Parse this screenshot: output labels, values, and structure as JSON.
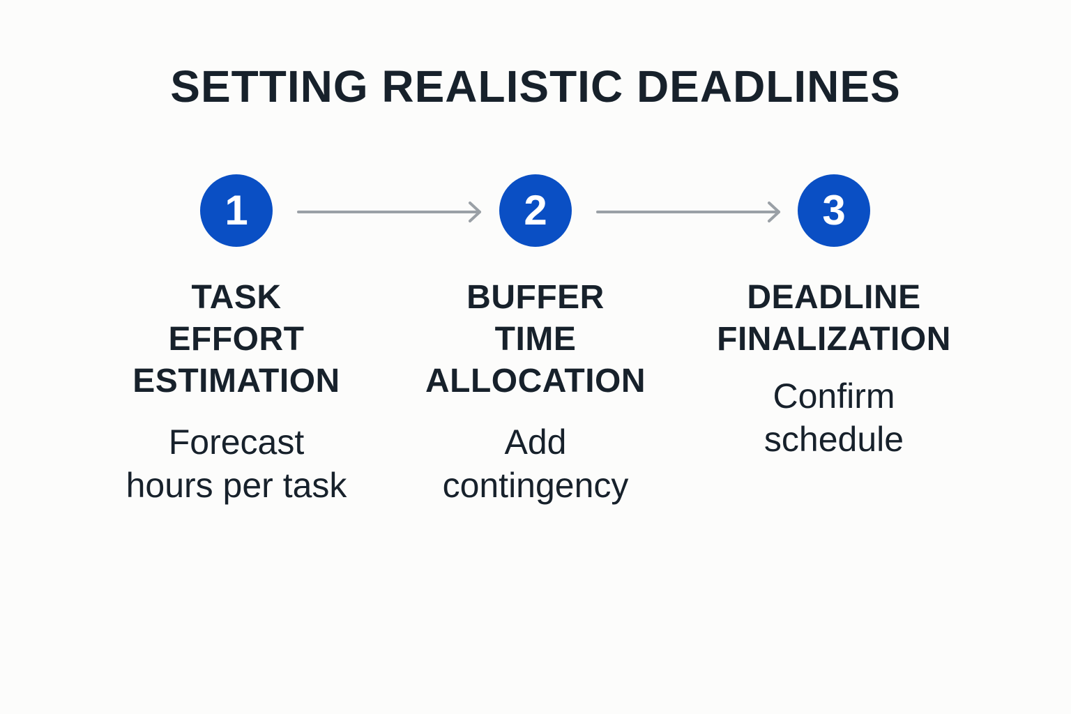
{
  "title": "SETTING REALISTIC DEADLINES",
  "colors": {
    "accent": "#0a4fc4",
    "text": "#17212b",
    "arrow": "#9aa0a6",
    "background": "#fcfcfb"
  },
  "steps": [
    {
      "number": "1",
      "title_lines": [
        "TASK",
        "EFFORT",
        "ESTIMATION"
      ],
      "desc_lines": [
        "Forecast",
        "hours per task"
      ]
    },
    {
      "number": "2",
      "title_lines": [
        "BUFFER",
        "TIME",
        "ALLOCATION"
      ],
      "desc_lines": [
        "Add",
        "contingency"
      ]
    },
    {
      "number": "3",
      "title_lines": [
        "DEADLINE",
        "FINALIZATION"
      ],
      "desc_lines": [
        "Confirm",
        "schedule"
      ]
    }
  ],
  "connectors": [
    {
      "icon": "arrow-right-icon"
    },
    {
      "icon": "arrow-right-icon"
    }
  ]
}
